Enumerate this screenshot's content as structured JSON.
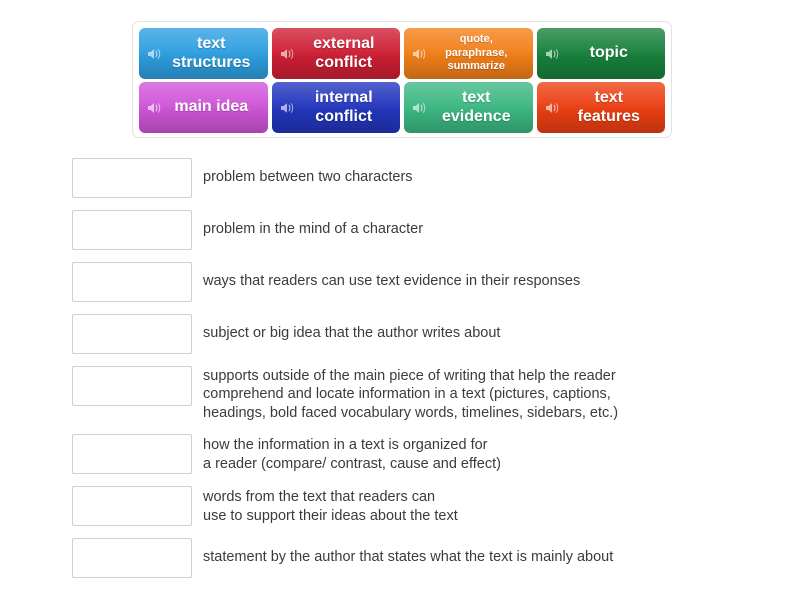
{
  "tray": {
    "speaker_icon": "speaker-icon",
    "tiles": [
      {
        "label": "text\nstructures",
        "color": "#2e9fe0",
        "small": false
      },
      {
        "label": "external\nconflict",
        "color": "#ce1f35",
        "small": false
      },
      {
        "label": "quote,\nparaphrase,\nsummarize",
        "color": "#f28019",
        "small": true
      },
      {
        "label": "topic",
        "color": "#18813c",
        "small": false
      },
      {
        "label": "main idea",
        "color": "#cf55d8",
        "small": false
      },
      {
        "label": "internal\nconflict",
        "color": "#2336bd",
        "small": false
      },
      {
        "label": "text\nevidence",
        "color": "#3cb883",
        "small": false
      },
      {
        "label": "text\nfeatures",
        "color": "#ec3f13",
        "small": false
      }
    ]
  },
  "answers": [
    {
      "text": "problem between two characters",
      "lines": 1
    },
    {
      "text": "problem in the mind of a character",
      "lines": 1
    },
    {
      "text": "ways that readers can use text evidence in their responses",
      "lines": 1
    },
    {
      "text": "subject or big idea that the author writes about",
      "lines": 1
    },
    {
      "text": "supports outside of the main piece of writing that help the reader\ncomprehend and locate information in a text (pictures, captions,\nheadings, bold faced vocabulary words, timelines, sidebars, etc.)",
      "lines": 3
    },
    {
      "text": "how the information in a text is organized for\na reader (compare/ contrast, cause and effect)",
      "lines": 2
    },
    {
      "text": "words from the text that readers can\nuse to support their ideas about the text",
      "lines": 2
    },
    {
      "text": "statement by the author that states what the text is mainly about",
      "lines": 1
    }
  ],
  "colors": {
    "page_background": "#ffffff",
    "tray_border": "#e2e2e2",
    "box_border": "#d0d0d0",
    "answer_text": "#3b3b3b",
    "tile_text": "#ffffff"
  }
}
